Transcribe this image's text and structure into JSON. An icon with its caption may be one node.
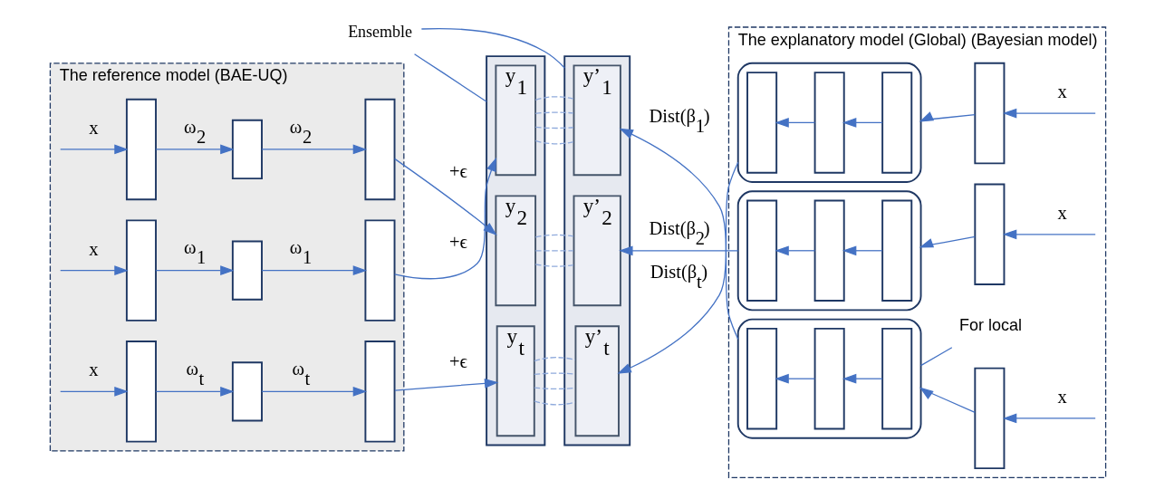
{
  "diagram": {
    "nodes": [
      {
        "text": [
          "The reference model (BAE-UQ)"
        ]
      },
      {
        "text": [
          "The explanatory model (Global) (Bayesian model)"
        ]
      },
      {
        "text": [
          "Ensemble"
        ]
      },
      {
        "text": [],
        "shape": "parallelogram"
      },
      {
        "text": [],
        "shape": "parallelogram"
      },
      {
        "text": [],
        "shape": "box",
        "in": 0
      },
      {
        "text": [],
        "shape": "box",
        "in": 0
      },
      {
        "text": [],
        "shape": "box",
        "in": 0
      },
      {
        "text": [
          "y$_{t}$"
        ],
        "in": 3
      },
      {
        "text": [],
        "shape": "box",
        "in": 0
      },
      {
        "text": [],
        "shape": "box",
        "in": 0
      },
      {
        "text": [],
        "shape": "box",
        "in": 0
      },
      {
        "text": [
          "y$_{2}$"
        ],
        "in": 3
      },
      {
        "text": [],
        "shape": "box",
        "in": 0
      },
      {
        "text": [],
        "shape": "box",
        "in": 0
      },
      {
        "text": [],
        "shape": "box",
        "in": 0
      },
      {
        "text": [
          "y$_{1}$"
        ],
        "in": 3
      },
      {
        "text": [
          "y’$_{t}$"
        ],
        "in": 4
      },
      {
        "text": [
          "y’$_{2}$"
        ],
        "in": 4
      },
      {
        "text": [
          "y’$_{1}$"
        ],
        "in": 4
      },
      {
        "text": [],
        "shape": "box",
        "in": 1
      },
      {
        "text": [],
        "shape": "box",
        "in": 20
      },
      {
        "text": [],
        "shape": "box",
        "in": 20
      },
      {
        "text": [],
        "shape": "box",
        "in": 20
      },
      {
        "text": [],
        "shape": "box",
        "in": 1
      },
      {
        "text": [],
        "shape": "box",
        "in": 1
      },
      {
        "text": [],
        "shape": "box",
        "in": 25
      },
      {
        "text": [],
        "shape": "box",
        "in": 25
      },
      {
        "text": [],
        "shape": "box",
        "in": 25
      },
      {
        "text": [],
        "shape": "box",
        "in": 1
      },
      {
        "text": [],
        "shape": "box",
        "in": 1
      },
      {
        "text": [],
        "shape": "box",
        "in": 30
      },
      {
        "text": [],
        "shape": "box",
        "in": 30
      },
      {
        "text": [],
        "shape": "box",
        "in": 30
      },
      {
        "text": [],
        "shape": "box",
        "in": 1
      },
      {
        "text": [
          "For local"
        ],
        "in": 1
      }
    ],
    "edges": [
      {
        "from": null,
        "to": 5,
        "arrow": "to",
        "label": "x"
      },
      {
        "from": 5,
        "to": 6,
        "arrow": "to",
        "label": "ω$_{t}$"
      },
      {
        "from": 6,
        "to": 7,
        "arrow": "to",
        "label": "ω$_{t}$"
      },
      {
        "from": 7,
        "to": 8,
        "arrow": "to",
        "label": "+ϵ"
      },
      {
        "from": null,
        "to": 9,
        "arrow": "to",
        "label": "x"
      },
      {
        "from": 9,
        "to": 10,
        "arrow": "to",
        "label": "ω$_{2}$"
      },
      {
        "from": 10,
        "to": 11,
        "arrow": "to",
        "label": "ω$_{2}$"
      },
      {
        "from": 11,
        "to": 12,
        "arrow": "to",
        "label": "+ϵ"
      },
      {
        "from": null,
        "to": 13,
        "arrow": "to",
        "label": "x"
      },
      {
        "from": 13,
        "to": 14,
        "arrow": "to",
        "label": "ω$_{1}$"
      },
      {
        "from": 14,
        "to": 15,
        "arrow": "to",
        "label": "ω$_{1}$"
      },
      {
        "from": 15,
        "to": 16,
        "arrow": "to",
        "label": "+ϵ"
      },
      {
        "from": 8,
        "to": 17,
        "arrow": "none",
        "style": "dashed"
      },
      {
        "from": 8,
        "to": 17,
        "arrow": "none",
        "style": "dashed"
      },
      {
        "from": 8,
        "to": 17,
        "arrow": "none",
        "style": "dashed"
      },
      {
        "from": 8,
        "to": 17,
        "arrow": "none",
        "style": "dashed"
      },
      {
        "from": 12,
        "to": 18,
        "arrow": "none",
        "style": "dashed"
      },
      {
        "from": 12,
        "to": 18,
        "arrow": "none",
        "style": "dashed"
      },
      {
        "from": 12,
        "to": 18,
        "arrow": "none",
        "style": "dashed"
      },
      {
        "from": 16,
        "to": 19,
        "arrow": "none",
        "style": "dashed"
      },
      {
        "from": 16,
        "to": 19,
        "arrow": "none",
        "style": "dashed"
      },
      {
        "from": 16,
        "to": 19,
        "arrow": "none",
        "style": "dashed"
      },
      {
        "from": 16,
        "to": 19,
        "arrow": "none",
        "style": "dashed"
      },
      {
        "from": 2,
        "to": 3,
        "arrow": "none"
      },
      {
        "from": 2,
        "to": 4,
        "arrow": "none"
      },
      {
        "from": null,
        "to": 24,
        "arrow": "to",
        "label": "x"
      },
      {
        "from": 24,
        "to": 20,
        "arrow": "to"
      },
      {
        "from": 23,
        "to": 22,
        "arrow": "to"
      },
      {
        "from": 22,
        "to": 21,
        "arrow": "to"
      },
      {
        "from": 20,
        "to": 17,
        "arrow": "to",
        "label": "Dist(β$_{t}$)"
      },
      {
        "from": null,
        "to": 29,
        "arrow": "to",
        "label": "x"
      },
      {
        "from": 29,
        "to": 25,
        "arrow": "to"
      },
      {
        "from": 28,
        "to": 27,
        "arrow": "to"
      },
      {
        "from": 27,
        "to": 26,
        "arrow": "to"
      },
      {
        "from": 25,
        "to": 18,
        "arrow": "to",
        "label": "Dist(β$_{2}$)"
      },
      {
        "from": null,
        "to": 34,
        "arrow": "to",
        "label": "x"
      },
      {
        "from": 34,
        "to": 30,
        "arrow": "to"
      },
      {
        "from": 33,
        "to": 32,
        "arrow": "to"
      },
      {
        "from": 32,
        "to": 31,
        "arrow": "to"
      },
      {
        "from": 30,
        "to": 19,
        "arrow": "to",
        "label": "Dist(β$_{1}$)"
      },
      {
        "from": 35,
        "to": 30,
        "arrow": "none"
      }
    ]
  }
}
